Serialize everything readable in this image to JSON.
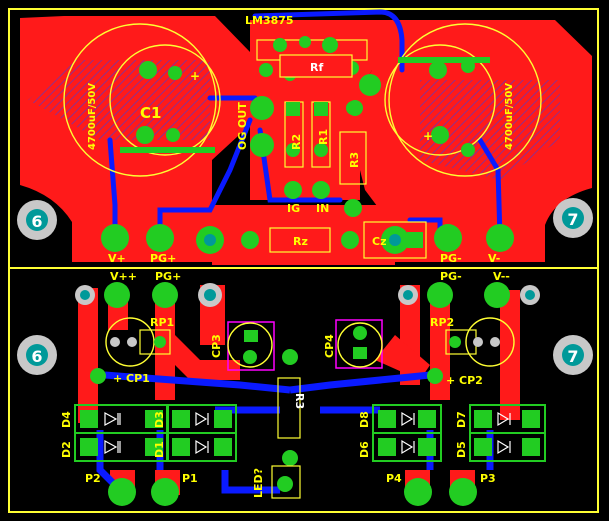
{
  "colors": {
    "background": "#000000",
    "copper_top": "#ff1a1a",
    "copper_bottom": "#0a1aff",
    "silkscreen": "#ffff00",
    "pad": "#22cc22",
    "outline": "#ffff33",
    "hole": "#009999",
    "selection": "#ff00ff"
  },
  "top_board": {
    "ic": "LM3875",
    "pins": {
      "out": "OUT",
      "gnd": "OG",
      "ig": "IG",
      "in": "IN"
    },
    "resistors": {
      "rf": "Rf",
      "r2": "R2",
      "r1": "R1",
      "r3": "R3",
      "rz": "Rz"
    },
    "cz": "Cz",
    "c1": "C1",
    "cap_left": "4700uF/50V",
    "cap_right": "4700uF/50V",
    "plus": "+",
    "connectors": [
      "V+",
      "PG+",
      "PG-",
      "V-"
    ],
    "mount_left": "6",
    "mount_right": "7"
  },
  "bottom_board": {
    "connectors_top": [
      "V++",
      "PG+",
      "PG-",
      "V--"
    ],
    "rp1": "RP1",
    "rp2": "RP2",
    "cp1": "+ CP1",
    "cp2": "+ CP2",
    "cp3": "CP3",
    "cp4": "CP4",
    "r3": "R3",
    "led": "LED?",
    "diodes_left": [
      "D4",
      "D3",
      "D2",
      "D1"
    ],
    "diodes_right": [
      "D8",
      "D7",
      "D6",
      "D5"
    ],
    "ports": [
      "P2",
      "P1",
      "P4",
      "P3"
    ],
    "mount_left": "6",
    "mount_right": "7"
  }
}
